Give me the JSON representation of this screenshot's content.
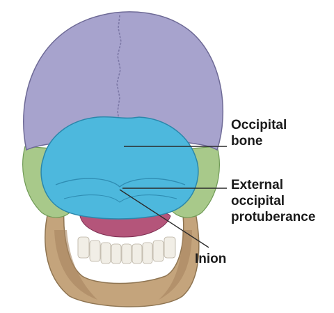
{
  "labels": {
    "occipital_bone": [
      "Occipital",
      "bone"
    ],
    "external_occipital_protuberance": [
      "External",
      "occipital",
      "protuberance"
    ],
    "inion": "Inion"
  },
  "colors": {
    "parietal": "#a7a3cd",
    "occipital": "#4db8dd",
    "temporal": "#a8c98a",
    "mandible": "#c4a47c",
    "teeth": "#f1eee6",
    "palate": "#b4557a",
    "leader_line": "#2b2b2b"
  }
}
